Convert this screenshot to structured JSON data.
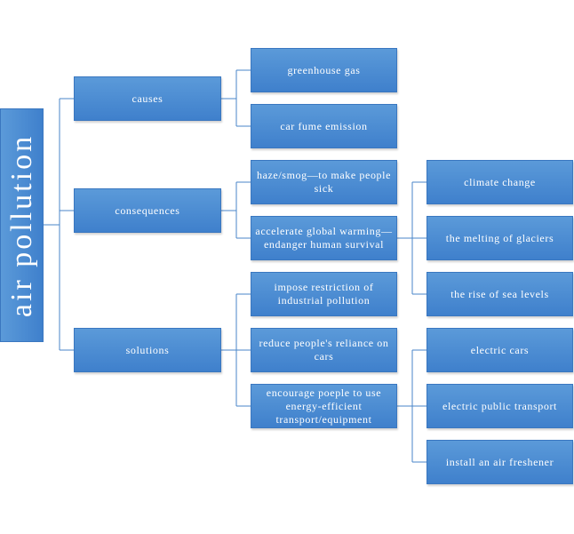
{
  "root": {
    "label": "air pollution"
  },
  "nodes": {
    "causes": "causes",
    "consequences": "consequences",
    "solutions": "solutions",
    "greenhouse_gas": "greenhouse gas",
    "car_fume_emission": "car fume emission",
    "haze_smog": "haze/smog—to make people sick",
    "accelerate_warming": "accelerate global warming—endanger human survival",
    "climate_change": "climate change",
    "melting_glaciers": "the melting of glaciers",
    "rise_sea_levels": "the rise of sea levels",
    "impose_restriction": "impose restriction of industrial pollution",
    "reduce_reliance": "reduce people's reliance on cars",
    "encourage_energy": "encourage poeple to use energy-efficient transport/equipment",
    "electric_cars": "electric cars",
    "electric_public_transport": "electric public transport",
    "install_freshener": "install an air freshener"
  },
  "colors": {
    "node_fill": "#4a8ad4",
    "node_border": "#3a77c0",
    "connector": "#4a86c8",
    "text": "#ffffff"
  }
}
